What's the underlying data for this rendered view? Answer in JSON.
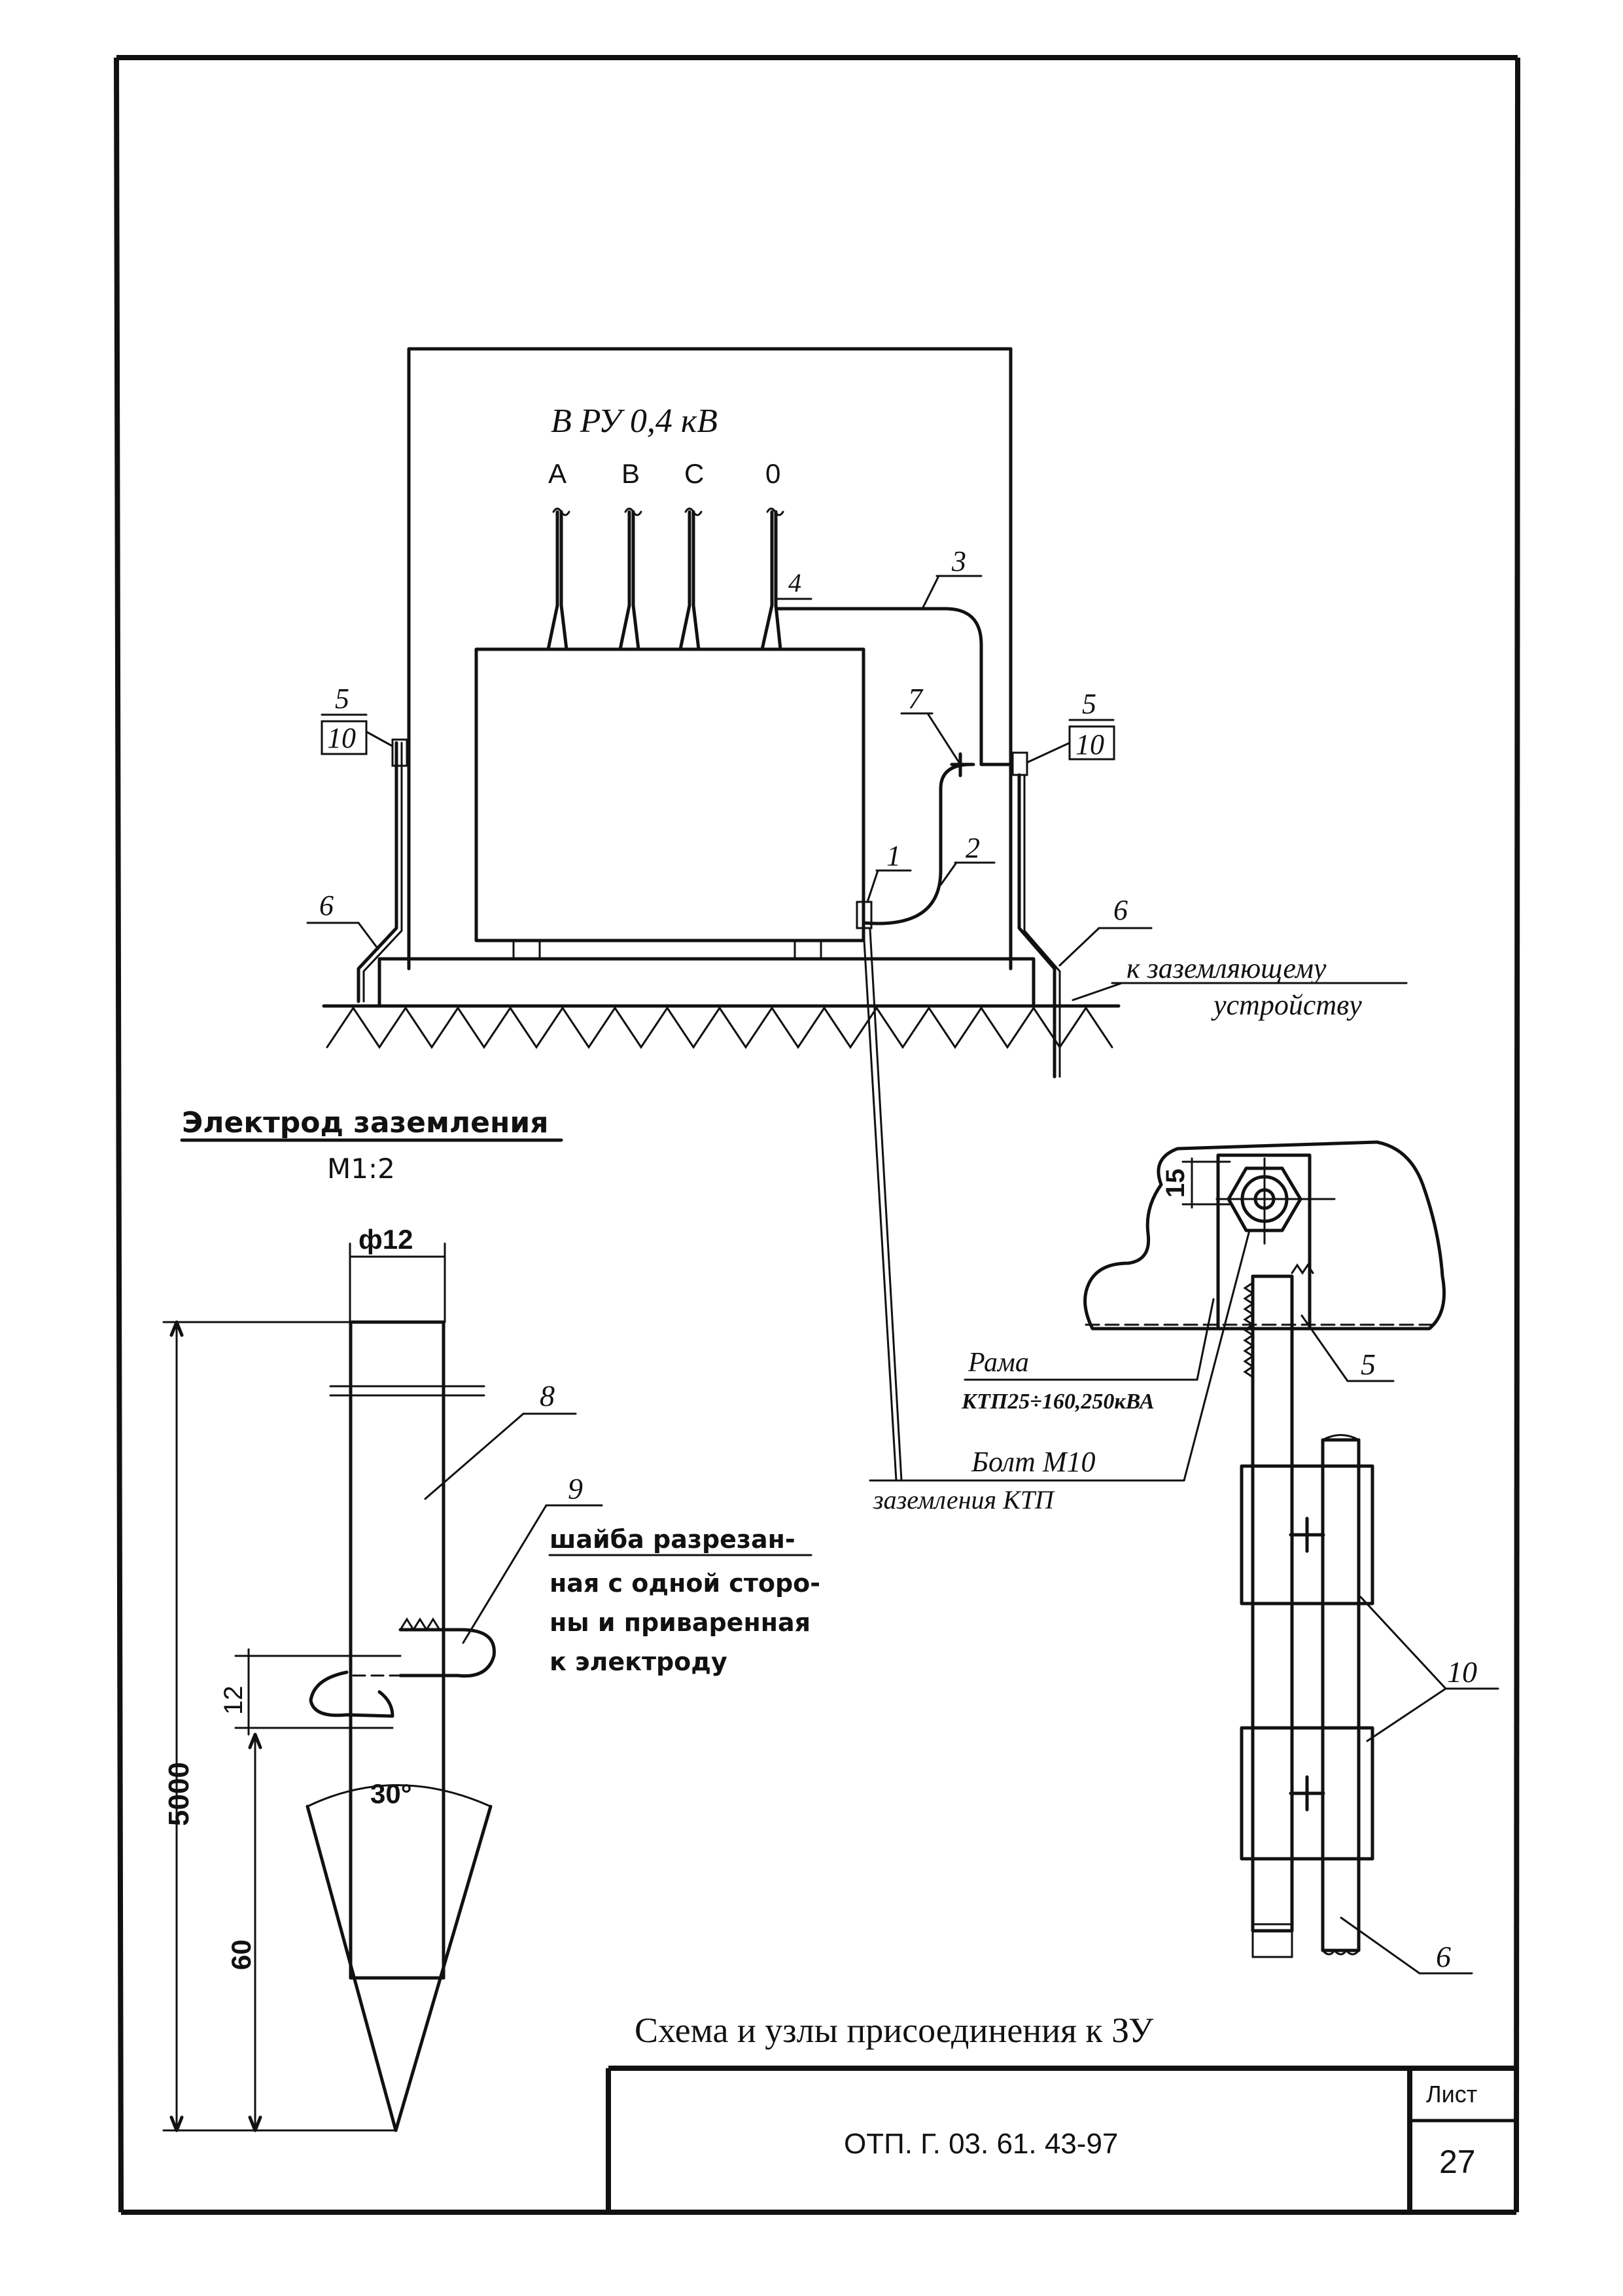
{
  "top_diagram": {
    "header": "В РУ 0,4 кВ",
    "phases": [
      "А",
      "В",
      "С",
      "0"
    ],
    "callouts": {
      "c1": "1",
      "c2": "2",
      "c3": "3",
      "c4": "4",
      "c5_left": "5",
      "c10_left": "10",
      "c5_right": "5",
      "c10_right": "10",
      "c6_left": "6",
      "c6_right": "6",
      "c7": "7"
    },
    "to_ground_line1": "к заземляющему",
    "to_ground_line2": "устройству"
  },
  "electrode": {
    "title": "Электрод заземления",
    "scale": "М1:2",
    "diameter": "ф12",
    "dim_total": "5000",
    "dim_washer": "12",
    "dim_tip": "60",
    "angle": "30°",
    "callout_8": "8",
    "callout_9": "9",
    "note_line1": "шайба разрезан-",
    "note_line2": "ная с одной сторо-",
    "note_line3": "ны и приваренная",
    "note_line4": "к электроду"
  },
  "detail": {
    "dim_15": "15",
    "frame_line1": "Рама",
    "frame_line2": "КТП25÷160,250кВА",
    "bolt_line1": "Болт М10",
    "bolt_line2": "заземления КТП",
    "callout_5": "5",
    "callout_10": "10",
    "callout_6": "6"
  },
  "caption": "Схема и узлы присоединения к ЗУ",
  "title_block": {
    "doc_code": "ОТП. Г. 03. 61. 43-97",
    "sheet_label": "Лист",
    "sheet_number": "27"
  },
  "colors": {
    "ink": "#111111",
    "paper": "#ffffff"
  }
}
